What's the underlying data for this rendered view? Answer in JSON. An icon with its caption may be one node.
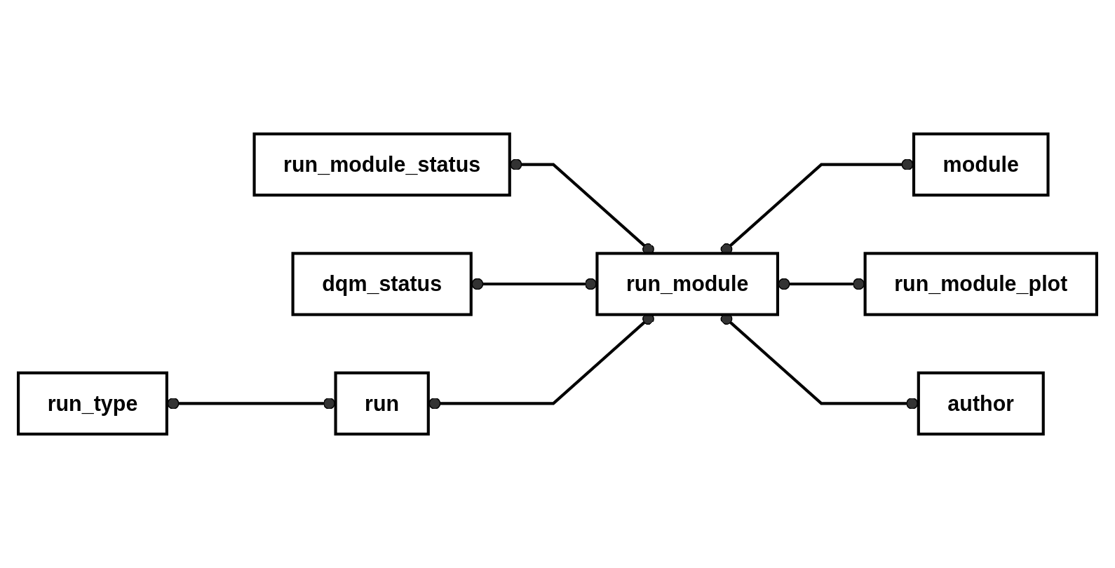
{
  "diagram": {
    "nodes": [
      {
        "text": [
          "run_module_status"
        ]
      },
      {
        "text": [
          "dqm_status"
        ]
      },
      {
        "text": [
          "run_type"
        ]
      },
      {
        "text": [
          "run"
        ]
      },
      {
        "text": [
          "run_module"
        ]
      },
      {
        "text": [
          "module"
        ]
      },
      {
        "text": [
          "run_module_plot"
        ]
      },
      {
        "text": [
          "author"
        ]
      }
    ],
    "edges": [
      {
        "from": 0,
        "to": 4,
        "arrow": "other"
      },
      {
        "from": 1,
        "to": 4,
        "arrow": "other"
      },
      {
        "from": 2,
        "to": 3,
        "arrow": "other"
      },
      {
        "from": 3,
        "to": 4,
        "arrow": "other"
      },
      {
        "from": 4,
        "to": 5,
        "arrow": "other"
      },
      {
        "from": 4,
        "to": 6,
        "arrow": "other"
      },
      {
        "from": 4,
        "to": 7,
        "arrow": "other"
      }
    ]
  }
}
